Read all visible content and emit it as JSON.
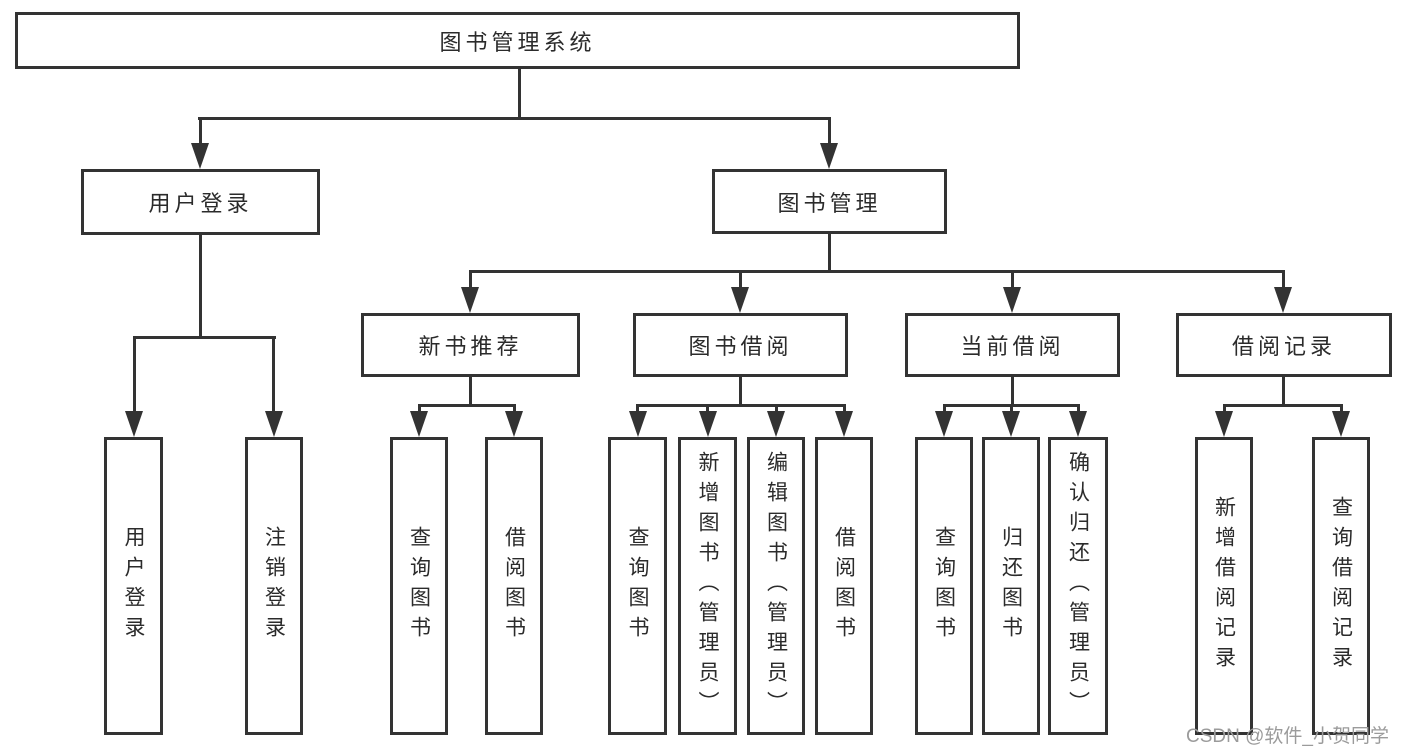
{
  "tree": {
    "root": {
      "label": "图书管理系统"
    },
    "branches": [
      {
        "label": "用户登录",
        "children": [
          "用户登录",
          "注销登录"
        ]
      },
      {
        "label": "图书管理",
        "groups": [
          {
            "label": "新书推荐",
            "children": [
              "查询图书",
              "借阅图书"
            ]
          },
          {
            "label": "图书借阅",
            "children": [
              "查询图书",
              "新增图书（管理员）",
              "编辑图书（管理员）",
              "借阅图书"
            ]
          },
          {
            "label": "当前借阅",
            "children": [
              "查询图书",
              "归还图书",
              "确认归还（管理员）"
            ]
          },
          {
            "label": "借阅记录",
            "children": [
              "新增借阅记录",
              "查询借阅记录"
            ]
          }
        ]
      }
    ]
  },
  "watermark": "CSDN @软件_小贺同学",
  "colors": {
    "line": "#333333",
    "text": "#2b2b2b",
    "background": "#ffffff",
    "watermark": "#9b9b9b"
  }
}
